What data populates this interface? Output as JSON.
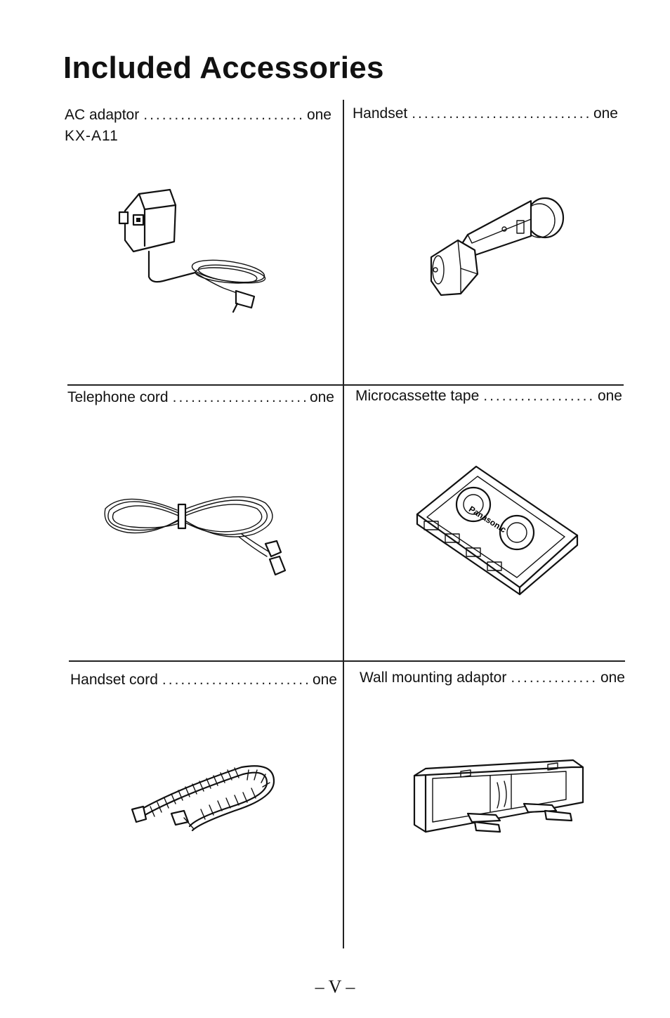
{
  "page": {
    "title": "Included Accessories",
    "page_number": "– V –"
  },
  "dot_leader": "...............................................",
  "items": [
    {
      "name": "AC adaptor",
      "qty": "one",
      "model": "KX-A11",
      "illustration": "ac-adaptor-illustration"
    },
    {
      "name": "Handset",
      "qty": "one",
      "illustration": "handset-illustration"
    },
    {
      "name": "Telephone cord",
      "qty": "one",
      "illustration": "telephone-cord-illustration"
    },
    {
      "name": "Microcassette tape",
      "qty": "one",
      "illustration": "microcassette-tape-illustration",
      "label": "Panasonic"
    },
    {
      "name": "Handset cord",
      "qty": "one",
      "illustration": "handset-cord-illustration"
    },
    {
      "name": "Wall mounting adaptor",
      "qty": "one",
      "illustration": "wall-mounting-adaptor-illustration"
    }
  ]
}
